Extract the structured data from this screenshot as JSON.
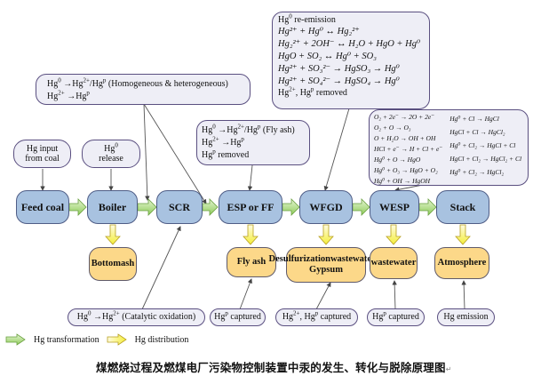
{
  "colors": {
    "process_fill": "#a8c2e0",
    "output_fill": "#fcd889",
    "note_fill": "#eeeef6",
    "note_border": "#5a4f80",
    "transformation_arrow": "#8fcc5a",
    "distribution_arrow": "#f4ee3a"
  },
  "process_nodes": [
    {
      "id": "feed-coal",
      "label": "Feed coal"
    },
    {
      "id": "boiler",
      "label": "Boiler"
    },
    {
      "id": "scr",
      "label": "SCR"
    },
    {
      "id": "esp-ff",
      "label": "ESP or FF"
    },
    {
      "id": "wfgd",
      "label": "WFGD"
    },
    {
      "id": "wesp",
      "label": "WESP"
    },
    {
      "id": "stack",
      "label": "Stack"
    }
  ],
  "output_nodes": [
    {
      "id": "bottom-ash",
      "lines": [
        "Bottom",
        "ash"
      ]
    },
    {
      "id": "fly-ash",
      "lines": [
        "Fly ash"
      ]
    },
    {
      "id": "desulfurization",
      "lines": [
        "Desulfurization",
        "wastewater",
        "& Gypsum"
      ]
    },
    {
      "id": "wastewater",
      "lines": [
        "wastewater"
      ]
    },
    {
      "id": "atmosphere",
      "lines": [
        "Atmosphere"
      ]
    }
  ],
  "notes": {
    "hg_input": {
      "lines": [
        "Hg input",
        "from coal"
      ]
    },
    "hg0_release": {
      "hg": "Hg",
      "sup": "0",
      "line2": "release"
    },
    "homogeneous": {
      "l1": {
        "a": "Hg",
        "a_sup": "0",
        "arrow": " →Hg",
        "b_sup": "2+",
        "c": "/Hg",
        "c_sup": "p",
        "tail": " (Homogeneous & heterogeneous)"
      },
      "l2": {
        "a": "Hg",
        "a_sup": "2+",
        "arrow": " →Hg",
        "b_sup": "p"
      }
    },
    "fly_ash_note": {
      "l1": {
        "a": "Hg",
        "a_sup": "0",
        "arrow": " →Hg",
        "b_sup": "2+",
        "c": "/Hg",
        "c_sup": "p",
        "tail": " (Fly ash)"
      },
      "l2": {
        "a": "Hg",
        "a_sup": "2+",
        "arrow": " →Hg",
        "b_sup": "p"
      },
      "l3": {
        "a": "Hg",
        "a_sup": "p",
        "tail": " removed"
      }
    },
    "wfgd_note": {
      "title": {
        "a": "Hg",
        "a_sup": "0",
        "tail": " re-emission"
      },
      "equations": [
        "Hg²⁺ + Hg⁰ ↔ Hg₂²⁺",
        "Hg₂²⁺ + 2OH⁻ ↔ H₂O + HgO + Hg⁰",
        "HgO + SO₂ ↔ Hg⁰ + SO₃",
        "Hg²⁺ + SO₃²⁻ → HgSO₃ → Hg⁰",
        "Hg²⁺ + SO₄²⁻ → HgSO₄ → Hg⁰"
      ],
      "footer": {
        "a": "Hg",
        "a_sup": "2+",
        "mid": ", Hg",
        "b_sup": "p",
        "tail": " removed"
      }
    },
    "wesp_note": {
      "left": [
        "O₂ + 2e⁻ → 2O + 2e⁻",
        "O₂ + O → O₃",
        "O + H₂O → OH + OH",
        "HCl + e⁻ → H + Cl + e⁻",
        "Hg⁰ + O → HgO",
        "Hg⁰ + O₃ → HgO + O₂",
        "Hg⁰ + OH → HgOH"
      ],
      "right": [
        "Hg⁰ + Cl → HgCl",
        "HgCl + Cl → HgCl₂",
        "Hg⁰ + Cl₂ → HgCl + Cl",
        "HgCl + Cl₂ → HgCl₂ + Cl",
        "Hg⁰ + Cl₂ → HgCl₂"
      ]
    },
    "catalytic": {
      "a": "Hg",
      "a_sup": "0",
      "arrow": " →Hg",
      "b_sup": "2+",
      "tail": " (Catalytic oxidation)"
    },
    "hgp_captured_1": {
      "a": "Hg",
      "a_sup": "p",
      "tail": " captured"
    },
    "hg2_hgp_captured": {
      "a": "Hg",
      "a_sup": "2+",
      "mid": ", Hg",
      "b_sup": "p",
      "tail": " captured"
    },
    "hgp_captured_2": {
      "a": "Hg",
      "a_sup": "p",
      "tail": " captured"
    },
    "hg_emission": {
      "label": "Hg emission"
    }
  },
  "legend": [
    {
      "icon": "green-arrow",
      "label": "Hg transformation"
    },
    {
      "icon": "yellow-arrow",
      "label": "Hg distribution"
    }
  ],
  "caption": "煤燃烧过程及燃煤电厂污染物控制装置中汞的发生、转化与脱除原理图",
  "caption_mark": "↵"
}
